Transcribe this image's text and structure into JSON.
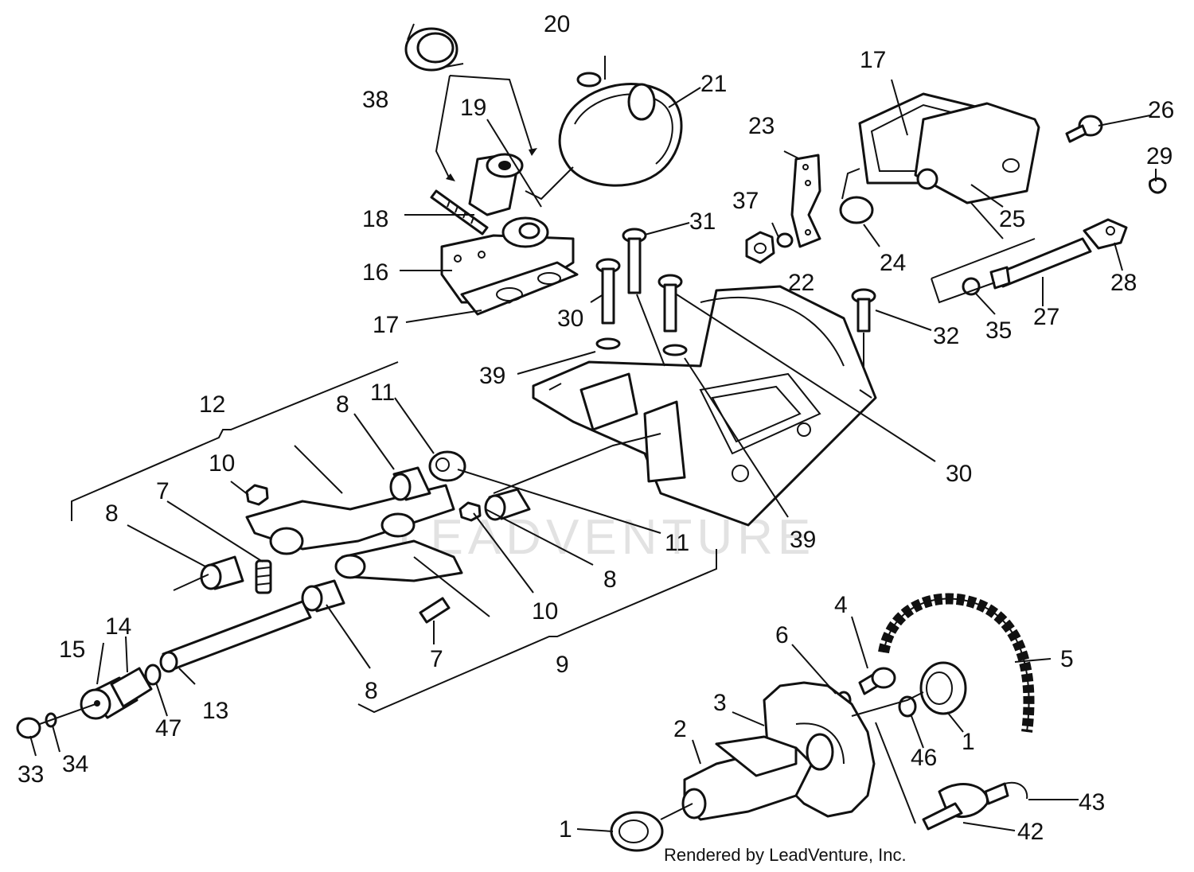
{
  "footer": "Rendered by LeadVenture, Inc.",
  "watermark": "LEADVENTURE",
  "callouts": [
    {
      "id": "38",
      "text": "38"
    },
    {
      "id": "20",
      "text": "20"
    },
    {
      "id": "21",
      "text": "21"
    },
    {
      "id": "19",
      "text": "19"
    },
    {
      "id": "18",
      "text": "18"
    },
    {
      "id": "16",
      "text": "16"
    },
    {
      "id": "17a",
      "text": "17"
    },
    {
      "id": "31",
      "text": "31"
    },
    {
      "id": "30a",
      "text": "30"
    },
    {
      "id": "39a",
      "text": "39"
    },
    {
      "id": "23",
      "text": "23"
    },
    {
      "id": "37",
      "text": "37"
    },
    {
      "id": "22",
      "text": "22"
    },
    {
      "id": "24",
      "text": "24"
    },
    {
      "id": "17b",
      "text": "17"
    },
    {
      "id": "25",
      "text": "25"
    },
    {
      "id": "26",
      "text": "26"
    },
    {
      "id": "29",
      "text": "29"
    },
    {
      "id": "28",
      "text": "28"
    },
    {
      "id": "27",
      "text": "27"
    },
    {
      "id": "35",
      "text": "35"
    },
    {
      "id": "32",
      "text": "32"
    },
    {
      "id": "30b",
      "text": "30"
    },
    {
      "id": "39b",
      "text": "39"
    },
    {
      "id": "12",
      "text": "12"
    },
    {
      "id": "11a",
      "text": "11"
    },
    {
      "id": "8a",
      "text": "8"
    },
    {
      "id": "10a",
      "text": "10"
    },
    {
      "id": "7a",
      "text": "7"
    },
    {
      "id": "8b",
      "text": "8"
    },
    {
      "id": "11b",
      "text": "11"
    },
    {
      "id": "8c",
      "text": "8"
    },
    {
      "id": "10b",
      "text": "10"
    },
    {
      "id": "7b",
      "text": "7"
    },
    {
      "id": "8d",
      "text": "8"
    },
    {
      "id": "9",
      "text": "9"
    },
    {
      "id": "15",
      "text": "15"
    },
    {
      "id": "14",
      "text": "14"
    },
    {
      "id": "13",
      "text": "13"
    },
    {
      "id": "47",
      "text": "47"
    },
    {
      "id": "33",
      "text": "33"
    },
    {
      "id": "34",
      "text": "34"
    },
    {
      "id": "4",
      "text": "4"
    },
    {
      "id": "6",
      "text": "6"
    },
    {
      "id": "5",
      "text": "5"
    },
    {
      "id": "3",
      "text": "3"
    },
    {
      "id": "2",
      "text": "2"
    },
    {
      "id": "46",
      "text": "46"
    },
    {
      "id": "1a",
      "text": "1"
    },
    {
      "id": "1b",
      "text": "1"
    },
    {
      "id": "43",
      "text": "43"
    },
    {
      "id": "42",
      "text": "42"
    }
  ]
}
